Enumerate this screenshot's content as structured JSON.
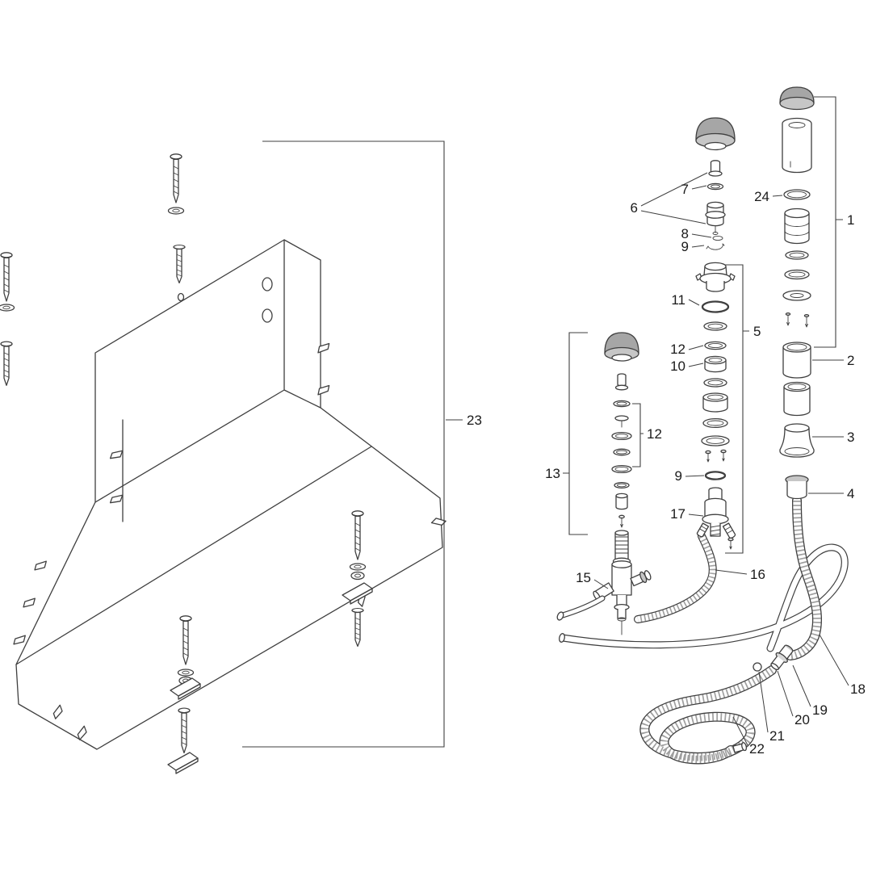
{
  "page": {
    "background": "#ffffff"
  },
  "colors": {
    "background": "#ffffff",
    "line": "#3f3f3f",
    "label": "#1a1a1a",
    "cap": "#a6a6a6",
    "cap_light": "#c6c6c6",
    "metal": "#d8d8d8"
  },
  "callouts": {
    "p1": "1",
    "p2": "2",
    "p3": "3",
    "p4": "4",
    "p5": "5",
    "p6": "6",
    "p7": "7",
    "p8": "8",
    "p9_upper": "9",
    "p9_lower": "9",
    "p10": "10",
    "p11": "11",
    "p12_upper": "12",
    "p12_left": "12",
    "p13": "13",
    "p15": "15",
    "p16": "16",
    "p17": "17",
    "p18": "18",
    "p19": "19",
    "p20": "20",
    "p21": "21",
    "p22": "22",
    "p23": "23",
    "p24": "24"
  }
}
